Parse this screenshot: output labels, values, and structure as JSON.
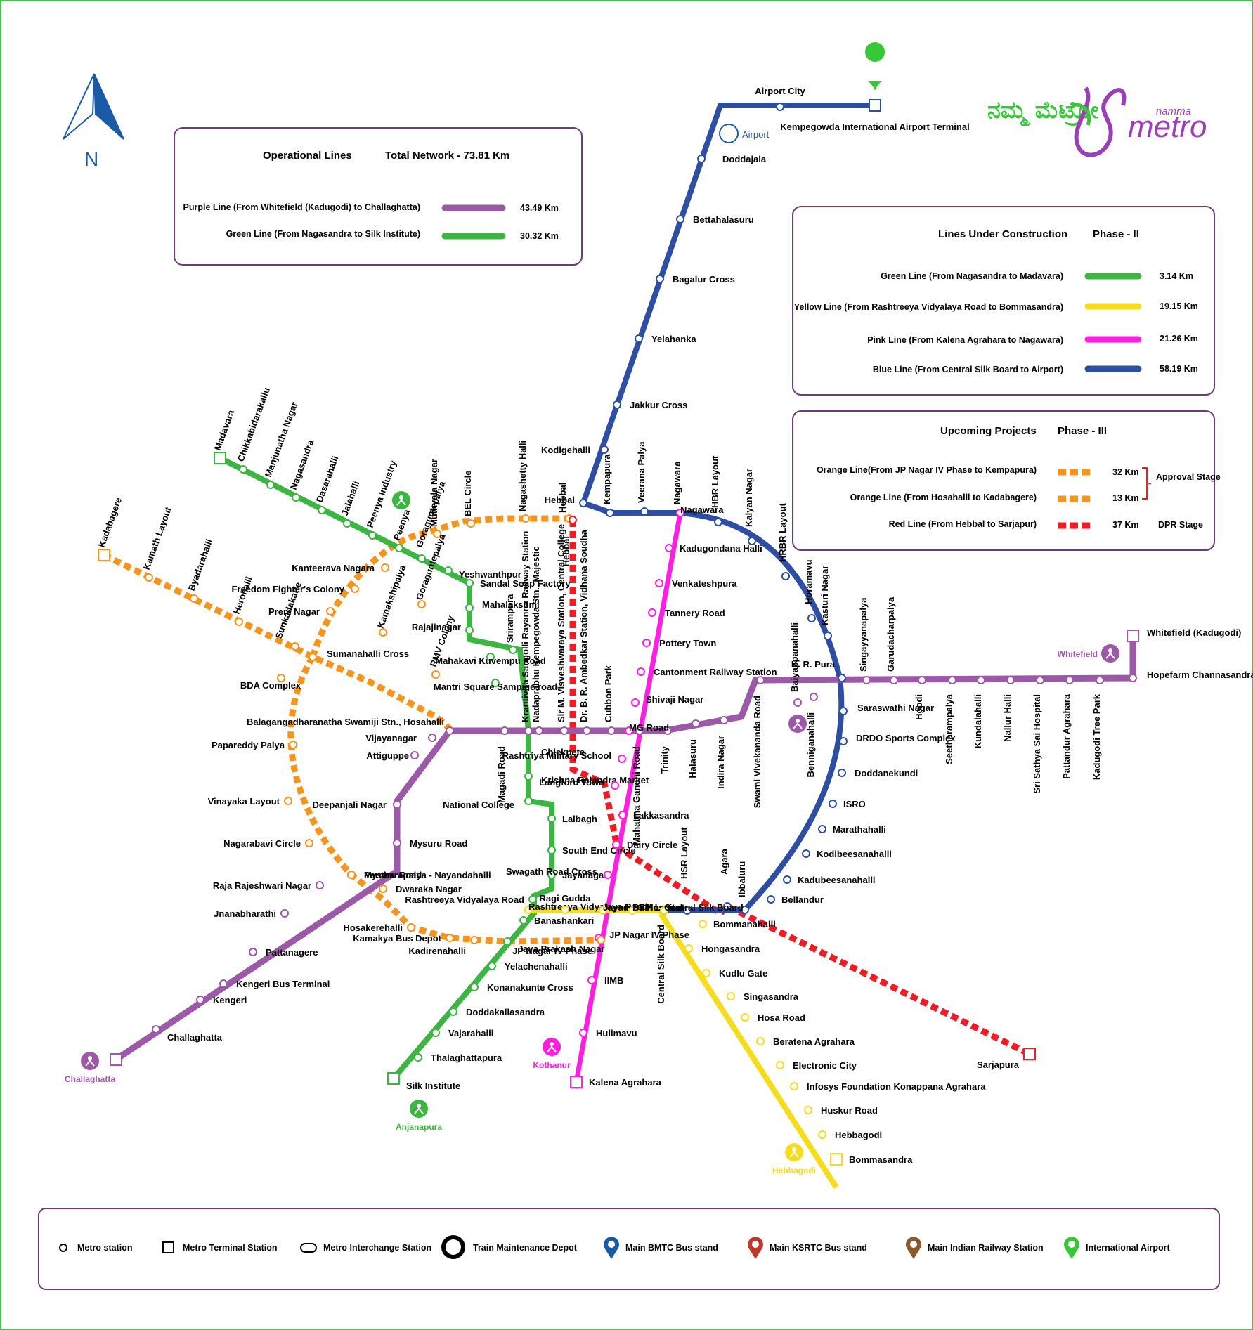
{
  "colors": {
    "purple": "#9b59a8",
    "green": "#3cb543",
    "orange": "#f7941d",
    "blue": "#2e4ea3",
    "pink": "#ff1fe0",
    "yellow": "#f5dd1e",
    "red": "#ee1c25",
    "frame": "#35c945",
    "box_border": "#6a3d7a"
  },
  "compass": {
    "label": "N"
  },
  "logo": {
    "kannada": "ನಮ್ಮ ಮೆಟ್ರೋ",
    "small": "namma",
    "big": "metro"
  },
  "operational_box": {
    "title": "Operational Lines",
    "network": "Total Network - 73.81 Km",
    "rows": [
      {
        "label": "Purple Line (From Whitefield (Kadugodi) to Challaghatta)",
        "km": "43.49 Km",
        "color": "#9b59a8"
      },
      {
        "label": "Green Line (From Nagasandra to Silk Institute)",
        "km": "30.32 Km",
        "color": "#3cb543"
      }
    ]
  },
  "construction_box": {
    "title": "Lines Under Construction",
    "phase": "Phase - II",
    "rows": [
      {
        "label": "Green Line (From Nagasandra to Madavara)",
        "km": "3.14 Km",
        "color": "#3cb543"
      },
      {
        "label": "Yellow Line (From Rashtreeya Vidyalaya Road to Bommasandra)",
        "km": "19.15 Km",
        "color": "#f5dd1e"
      },
      {
        "label": "Pink Line (From Kalena Agrahara to Nagawara)",
        "km": "21.26 Km",
        "color": "#ff1fe0"
      },
      {
        "label": "Blue Line (From Central Silk Board to Airport)",
        "km": "58.19 Km",
        "color": "#2e4ea3"
      }
    ]
  },
  "upcoming_box": {
    "title": "Upcoming Projects",
    "phase": "Phase - III",
    "rows": [
      {
        "label": "Orange Line(From JP Nagar IV Phase to Kempapura)",
        "km": "32 Km",
        "color": "#f7941d"
      },
      {
        "label": "Orange Line (From Hosahalli to Kadabagere)",
        "km": "13 Km",
        "color": "#f7941d"
      },
      {
        "label": "Red Line (From Hebbal to Sarjapur)",
        "km": "37 Km",
        "color": "#ee1c25"
      }
    ],
    "approval": "Approval Stage",
    "dpr": "DPR Stage"
  },
  "legend": [
    {
      "label": "Metro station",
      "icon": "metro-station-icon"
    },
    {
      "label": "Metro Terminal Station",
      "icon": "terminal-station-icon"
    },
    {
      "label": "Metro Interchange Station",
      "icon": "interchange-station-icon"
    },
    {
      "label": "Train Maintenance Depot",
      "icon": "depot-icon"
    },
    {
      "label": "Main BMTC Bus stand",
      "icon": "bmtc-bus-icon"
    },
    {
      "label": "Main KSRTC Bus stand",
      "icon": "ksrtc-bus-icon"
    },
    {
      "label": "Main Indian Railway Station",
      "icon": "railway-icon"
    },
    {
      "label": "International Airport",
      "icon": "airport-icon"
    }
  ],
  "depots": [
    {
      "label": "Whitefield",
      "color": "#9b59a8"
    },
    {
      "label": "Challaghatta",
      "color": "#9b59a8"
    },
    {
      "label": "Anjanapura",
      "color": "#3cb543"
    },
    {
      "label": "Kothanur",
      "color": "#ff1fe0"
    },
    {
      "label": "Hebbagodi",
      "color": "#f5dd1e"
    },
    {
      "label": "Peenya",
      "color": "#3cb543"
    },
    {
      "label": "Baiyappanahalli",
      "color": "#9b59a8"
    }
  ],
  "poi": {
    "airport": "Airport"
  },
  "stations": {
    "blue": [
      "Airport City",
      "Kempegowda International Airport Terminal",
      "Doddajala",
      "Bettahalasuru",
      "Bagalur Cross",
      "Yelahanka",
      "Jakkur Cross",
      "Kodigehalli",
      "Hebbal",
      "Kempapura",
      "Veerana Palya",
      "Nagawara",
      "HBR Layout",
      "Kalyan Nagar",
      "HRBR Layout",
      "Horamavu",
      "Kasturi Nagar",
      "K. R. Pura",
      "Saraswathi Nagar",
      "DRDO Sports Complex",
      "Doddanekundi",
      "ISRO",
      "Marathahalli",
      "Kodibeesanahalli",
      "Kadubeesanahalli",
      "Bellandur",
      "Ibbaluru",
      "Agara",
      "HSR Layout",
      "Central Silk Board"
    ],
    "purple": [
      "Whitefield (Kadugodi)",
      "Hopefarm Channasandra",
      "Kadugodi Tree Park",
      "Pattandur Agrahara",
      "Sri Sathya Sai Hospital",
      "Nallur Halli",
      "Kundalahalli",
      "Seetharampalya",
      "Hoodi",
      "Garudacharpalya",
      "Singayyanapalya",
      "Benniganahalli",
      "Baiyappanahalli",
      "Swami Vivekananda Road",
      "Indira Nagar",
      "Halasuru",
      "Trinity",
      "Mahatma Gandhi Road",
      "Cubbon Park",
      "Dr. B. R. Ambedkar Station, Vidhana Soudha",
      "Sir M. Visveshwaraya Station, Central College",
      "Nadaprabhu Kempegowda Stn., Majestic",
      "Krantivira Sangolli Rayanna Railway Station",
      "Magadi Road",
      "Balagangadharanatha Swamiji Stn., Hosahalli",
      "Vijayanagar",
      "Attiguppe",
      "Deepanjali Nagar",
      "Mysuru Road",
      "Pantharapalya - Nayandahalli",
      "Raja Rajeshwari Nagar",
      "Jnanabharathi",
      "Pattanagere",
      "Kengeri Bus Terminal",
      "Kengeri",
      "Challaghatta"
    ],
    "green": [
      "Madavara",
      "Chikkabidarakallu",
      "Manjunatha Nagar",
      "Nagasandra",
      "Dasarahalli",
      "Jalahalli",
      "Peenya Industry",
      "Peenya",
      "Goraguntepalya",
      "Yeshwanthpur",
      "Sandal Soap Factory",
      "Mahalakshmi",
      "Rajajinagar",
      "Mahakavi Kuvempu Road",
      "Srirampura",
      "Mantri Square Sampige road",
      "Chickpete",
      "Krishna Rajendra Market",
      "National College",
      "Lalbagh",
      "South End Circle",
      "Jayanagar",
      "Rashtreeya Vidyalaya Road",
      "Banashankari",
      "Jaya Prakash Nagar",
      "Yelachenahalli",
      "Konanakunte Cross",
      "Doddakallasandra",
      "Vajarahalli",
      "Thalaghattapura",
      "Silk Institute"
    ],
    "pink": [
      "Nagawara",
      "Kadugondana Halli",
      "Venkateshpura",
      "Tannery Road",
      "Pottery Town",
      "Cantonment Railway Station",
      "Shivaji Nagar",
      "MG Road",
      "Rashtriya Military School",
      "Langford Town",
      "Lakkasandra",
      "Dairy Circle",
      "Swagath Road Cross",
      "Jayadeva Hospital",
      "JP Nagar IV Phase",
      "IIMB",
      "Hulimavu",
      "Kalena Agrahara"
    ],
    "yellow": [
      "Rashtreeya Vidyalaya Road",
      "Ragi Gudda",
      "Jayadeva Hospital",
      "BTM Layout",
      "Central Silk Board",
      "Bommanahalli",
      "Hongasandra",
      "Kudlu Gate",
      "Singasandra",
      "Hosa Road",
      "Beratena Agrahara",
      "Electronic City",
      "Infosys Foundation Konappana Agrahara",
      "Huskur Road",
      "Hebbagodi",
      "Bommasandra"
    ],
    "orange": [
      "Kadabagere",
      "Kamath Layout",
      "Byadarahalli",
      "Herohalli",
      "Sunkadakatte",
      "BDA Complex",
      "Sumanahalli Cross",
      "Prem Nagar",
      "Freedom Fighter's Colony",
      "Kanteerava Nagara",
      "Muthyala Nagar",
      "BEL Circle",
      "Nagashetty Halli",
      "Hebbal",
      "Kamakshipalya",
      "Goraguntepalya",
      "RMV Colony",
      "Papareddy Palya",
      "Vinayaka Layout",
      "Nagarabavi Circle",
      "Mysuru Road",
      "Dwaraka Nagar",
      "Hosakerehalli",
      "Kamakya Bus Depot",
      "Kadirenahalli",
      "JP Nagar IV Phase"
    ],
    "red": [
      "Hebbal",
      "Sarjapura"
    ]
  }
}
